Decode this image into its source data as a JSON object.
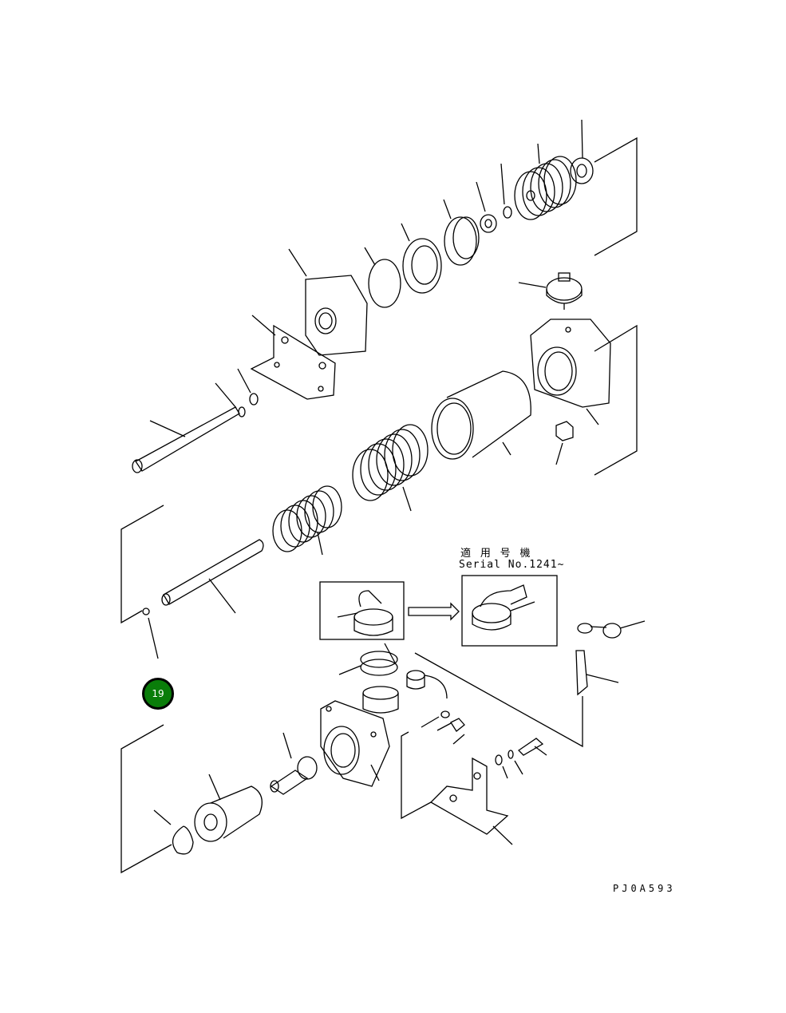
{
  "diagram": {
    "applicability_label": "適 用 号 機",
    "serial_label": "Serial No.1241~",
    "drawing_code": "PJ0A593",
    "hotspot": {
      "label": "19",
      "color": "#0a7d0a"
    }
  }
}
